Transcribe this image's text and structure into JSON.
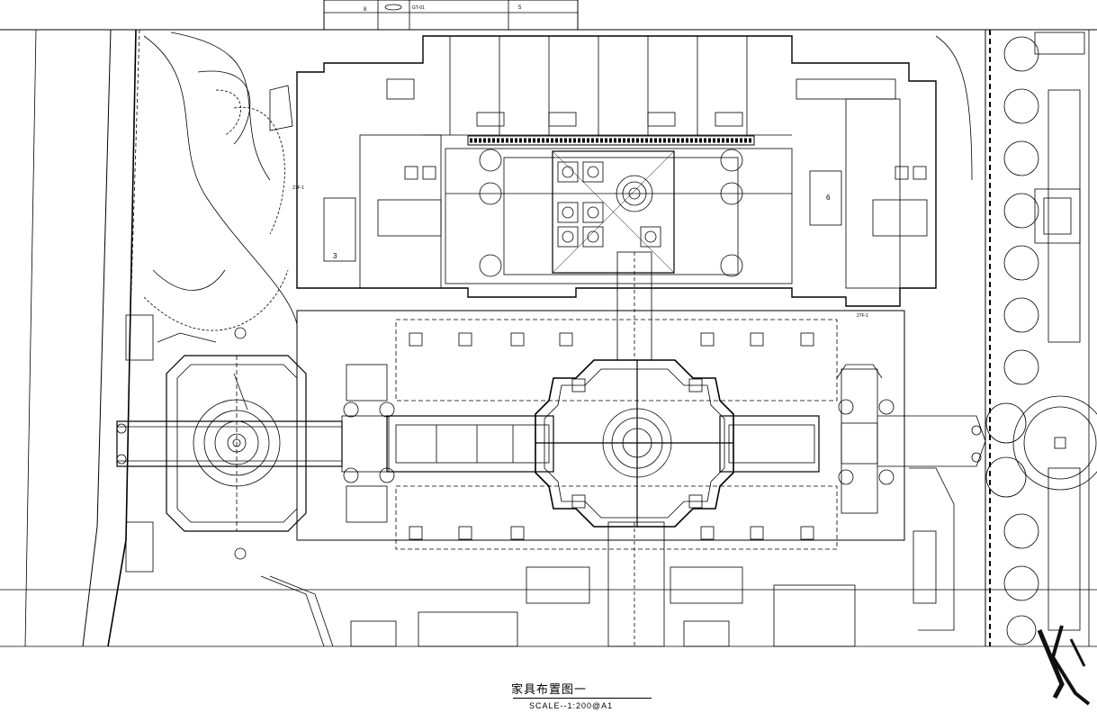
{
  "drawing": {
    "title": "家具布置图一",
    "scale": "SCALE--1:200@A1"
  },
  "title_block": {
    "cell_a": "8",
    "cell_b": "GT-01",
    "cell_c": "5"
  },
  "labels": {
    "area_3": "3",
    "area_6": "6",
    "tag_left": "27F-1",
    "tag_right": "27F-1"
  }
}
